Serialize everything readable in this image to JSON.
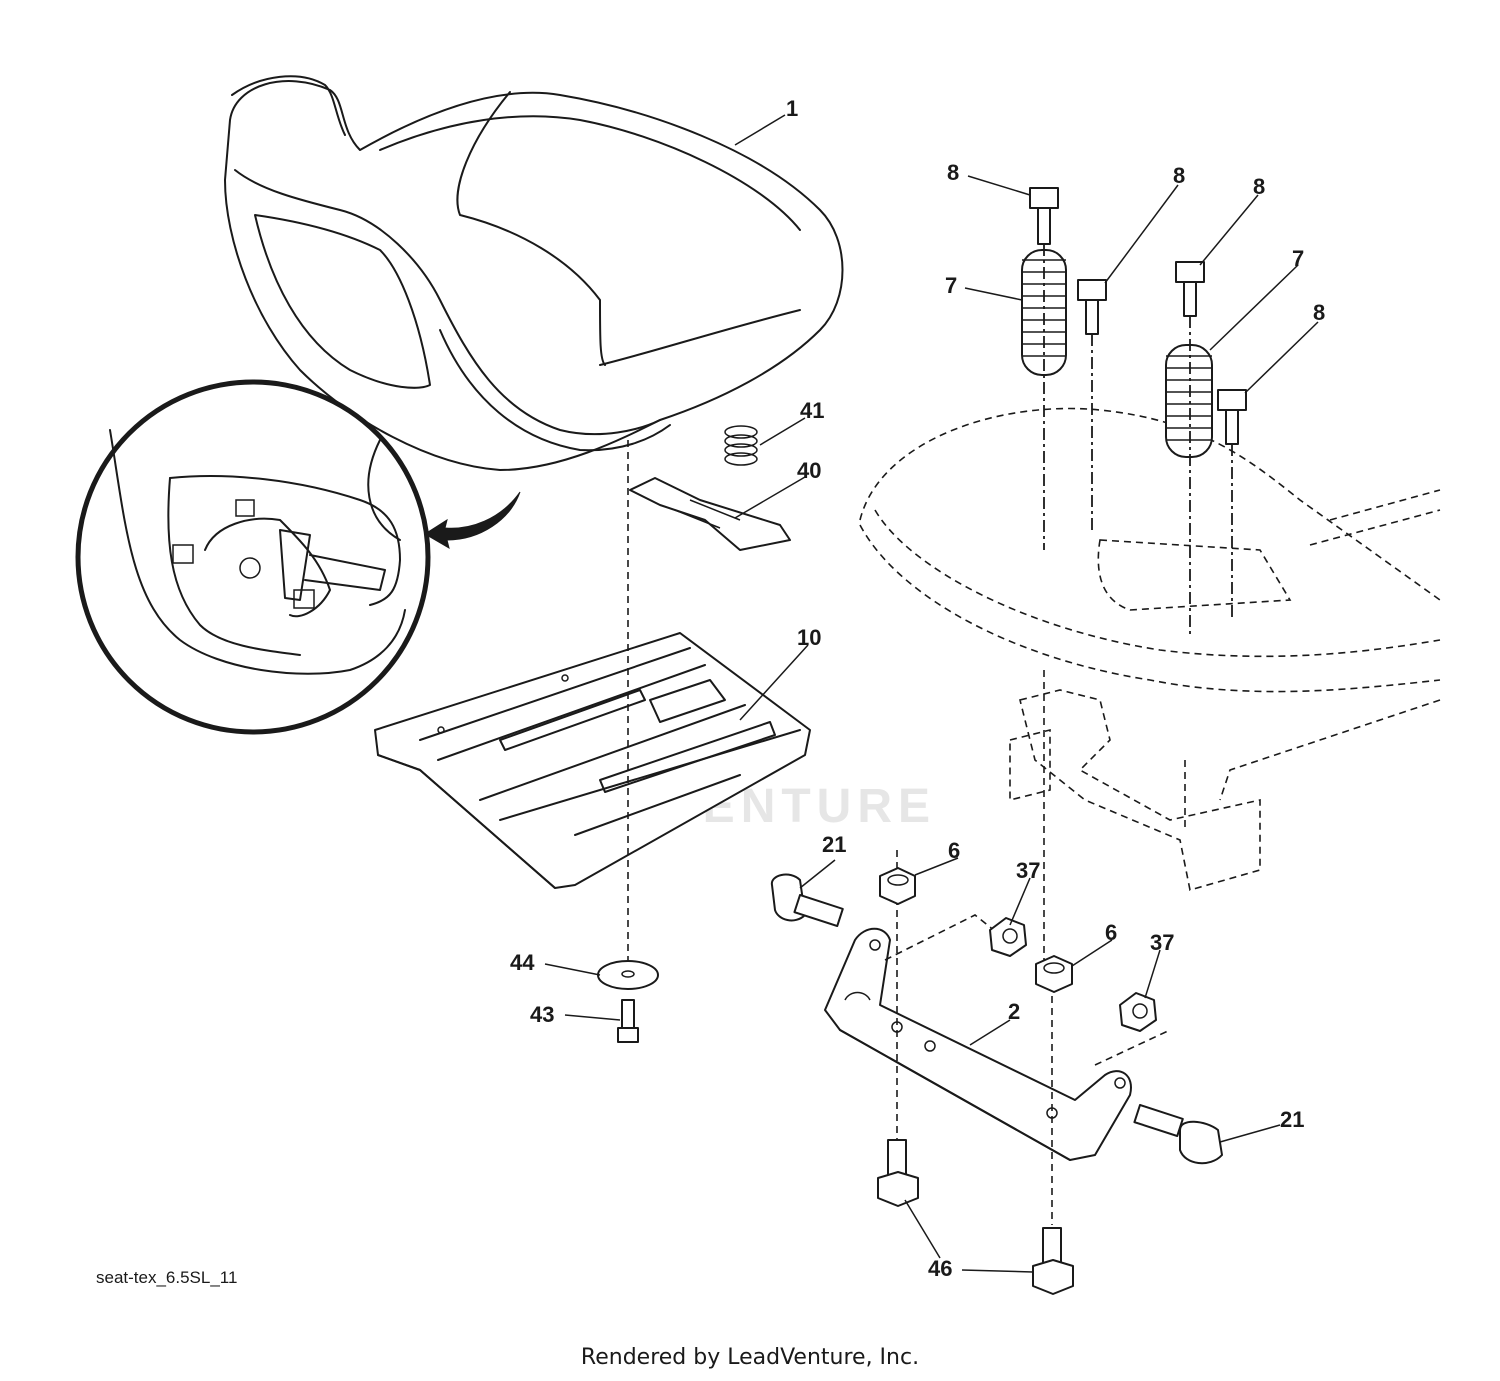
{
  "diagram_id": "seat-tex_6.5SL_11",
  "render_credit": "Rendered by LeadVenture, Inc.",
  "watermark": "LEADVENTURE",
  "callouts": {
    "c1": "1",
    "c2": "2",
    "c6a": "6",
    "c6b": "6",
    "c7a": "7",
    "c7b": "7",
    "c8a": "8",
    "c8b": "8",
    "c8c": "8",
    "c8d": "8",
    "c10": "10",
    "c21a": "21",
    "c21b": "21",
    "c37a": "37",
    "c37b": "37",
    "c40": "40",
    "c41": "41",
    "c43": "43",
    "c44": "44",
    "c46": "46"
  }
}
